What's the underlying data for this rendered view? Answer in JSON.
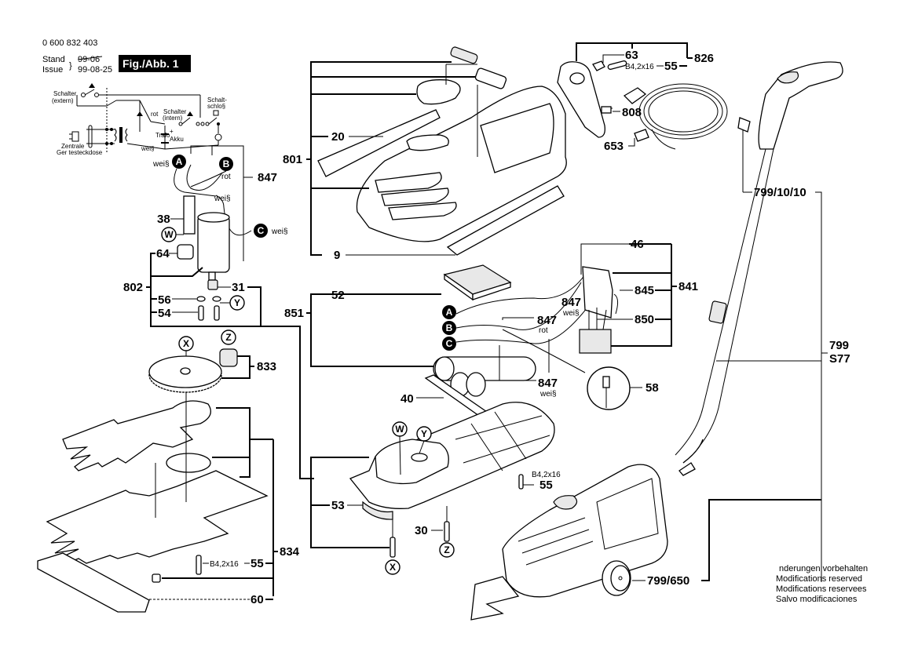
{
  "header": {
    "part_number": "0 600 832 403",
    "stand_label": "Stand",
    "issue_label": "Issue",
    "old_date": "99-06",
    "date": "99-08-25",
    "figure": "Fig./Abb. 1"
  },
  "schematic": {
    "switch_external": [
      "Schalter",
      "(extern)"
    ],
    "switch_internal": [
      "Schalter",
      "(intern)"
    ],
    "key_switch": [
      "Schalt-",
      "schlo§"
    ],
    "trafo": "Trafo",
    "akku": "Akku",
    "rot": "rot",
    "weis": "wei§",
    "socket": [
      "Zentrale",
      "Ger testeckdose"
    ]
  },
  "markers": {
    "A": "A",
    "B": "B",
    "C": "C",
    "W": "W",
    "X": "X",
    "Y": "Y",
    "Z": "Z"
  },
  "wire_labels": {
    "weis": "wei§",
    "rot": "rot"
  },
  "parts": {
    "p847": "847",
    "p38": "38",
    "p64": "64",
    "p802": "802",
    "p31": "31",
    "p56": "56",
    "p54": "54",
    "p833": "833",
    "p834": "834",
    "p55": "55",
    "p60": "60",
    "p801": "801",
    "p20": "20",
    "p9": "9",
    "p63": "63",
    "p826": "826",
    "p808": "808",
    "p653": "653",
    "p46": "46",
    "p841": "841",
    "p845": "845",
    "p850": "850",
    "p851": "851",
    "p52": "52",
    "p58": "58",
    "p40": "40",
    "p53": "53",
    "p30": "30",
    "p799_10_10": "799/10/10",
    "p799": "799",
    "pS77": "S77",
    "p799_650": "799/650"
  },
  "screw_spec": "B4,2x16",
  "footer": {
    "lines": [
      "nderungen vorbehalten",
      "Modifications reserved",
      "Modifications reservees",
      "Salvo modificaciones"
    ]
  }
}
